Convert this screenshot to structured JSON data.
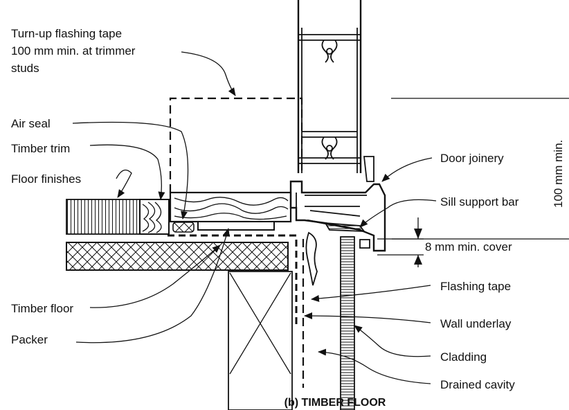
{
  "labels": {
    "turn_up_1": "Turn-up flashing tape",
    "turn_up_2": "100 mm min. at trimmer",
    "turn_up_3": "studs",
    "air_seal": "Air seal",
    "timber_trim": "Timber trim",
    "floor_finishes": "Floor finishes",
    "timber_floor": "Timber floor",
    "packer": "Packer",
    "door_joinery": "Door joinery",
    "sill_support_bar": "Sill support bar",
    "cover": "8 mm min. cover",
    "flashing_tape": "Flashing tape",
    "wall_underlay": "Wall underlay",
    "cladding": "Cladding",
    "drained_cavity": "Drained cavity",
    "vertical_dim": "100 mm min."
  },
  "caption": "(b) TIMBER FLOOR",
  "colors": {
    "ink": "#111111",
    "background": "#ffffff"
  }
}
